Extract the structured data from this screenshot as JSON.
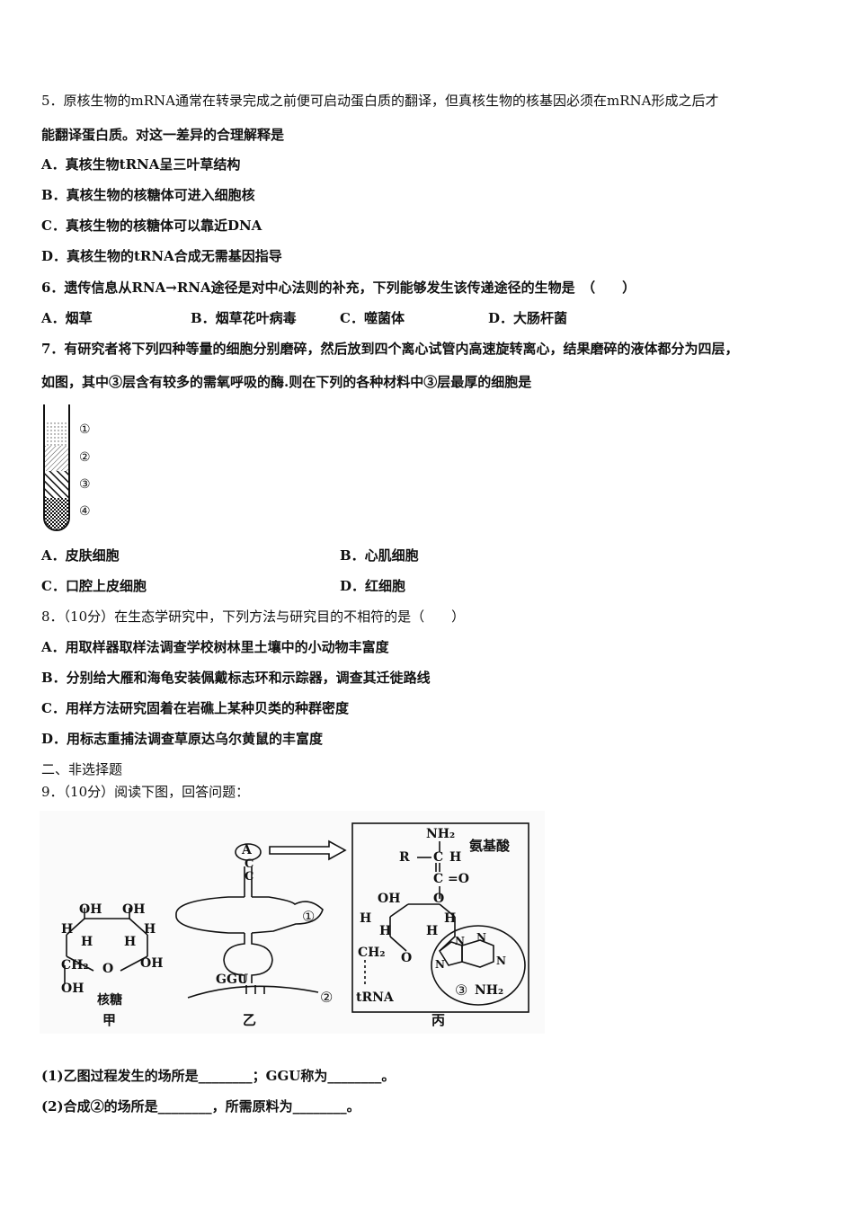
{
  "q5": {
    "stem1": "5．原核生物的mRNA通常在转录完成之前便可启动蛋白质的翻译，但真核生物的核基因必须在mRNA形成之后才",
    "stem2": "能翻译蛋白质。对这一差异的合理解释是",
    "options": [
      "A．真核生物tRNA呈三叶草结构",
      "B．真核生物的核糖体可进入细胞核",
      "C．真核生物的核糖体可以靠近DNA",
      "D．真核生物的tRNA合成无需基因指导"
    ]
  },
  "q6": {
    "stem": "6．遗传信息从RNA→RNA途径是对中心法则的补充，下列能够发生该传递途径的生物是　（　　）",
    "options": [
      "A．烟草",
      "B．烟草花叶病毒",
      "C．噬菌体",
      "D．大肠杆菌"
    ]
  },
  "q7": {
    "stem1": "7．有研究者将下列四种等量的细胞分别磨碎，然后放到四个离心试管内高速旋转离心，结果磨碎的液体都分为四层，",
    "stem2": "如图，其中③层含有较多的需氧呼吸的酶.则在下列的各种材料中③层最厚的细胞是",
    "tube_labels": [
      "①",
      "②",
      "③",
      "④"
    ],
    "options": [
      "A．皮肤细胞",
      "B．心肌细胞",
      "C．口腔上皮细胞",
      "D．红细胞"
    ]
  },
  "q8": {
    "stem": "8．（10分）在生态学研究中，下列方法与研究目的不相符的是（　　）",
    "options": [
      "A．用取样器取样法调查学校树林里土壤中的小动物丰富度",
      "B．分别给大雁和海龟安装佩戴标志环和示踪器，调查其迁徙路线",
      "C．用样方法研究固着在岩礁上某种贝类的种群密度",
      "D．用标志重捕法调查草原达乌尔黄鼠的丰富度"
    ]
  },
  "section2": "二、非选择题",
  "q9": {
    "stem": "9．（10分）阅读下图，回答问题：",
    "figure": {
      "jia_labels": [
        "OH",
        "OH",
        "H",
        "H",
        "H",
        "H",
        "CH₂",
        "O",
        "OH",
        "OH"
      ],
      "jia_name": "核糖",
      "jia_caption": "甲",
      "yi_letters": [
        "A",
        "C",
        "C"
      ],
      "yi_circle1": "①",
      "yi_circle2": "②",
      "yi_codon": "GGU",
      "yi_caption": "乙",
      "bing_labels": [
        "NH₂",
        "R",
        "C",
        "H",
        "C",
        "O",
        "O",
        "OH",
        "H",
        "H",
        "H",
        "H",
        "CH₂",
        "O",
        "N",
        "N",
        "N",
        "N",
        "NH₂"
      ],
      "bing_amino": "氨基酸",
      "bing_circle3": "③",
      "bing_trna": "tRNA",
      "bing_caption": "丙"
    },
    "sub1": "(1)乙图过程发生的场所是________；GGU称为________。",
    "sub2": "(2)合成②的场所是________，所需原料为________。"
  }
}
